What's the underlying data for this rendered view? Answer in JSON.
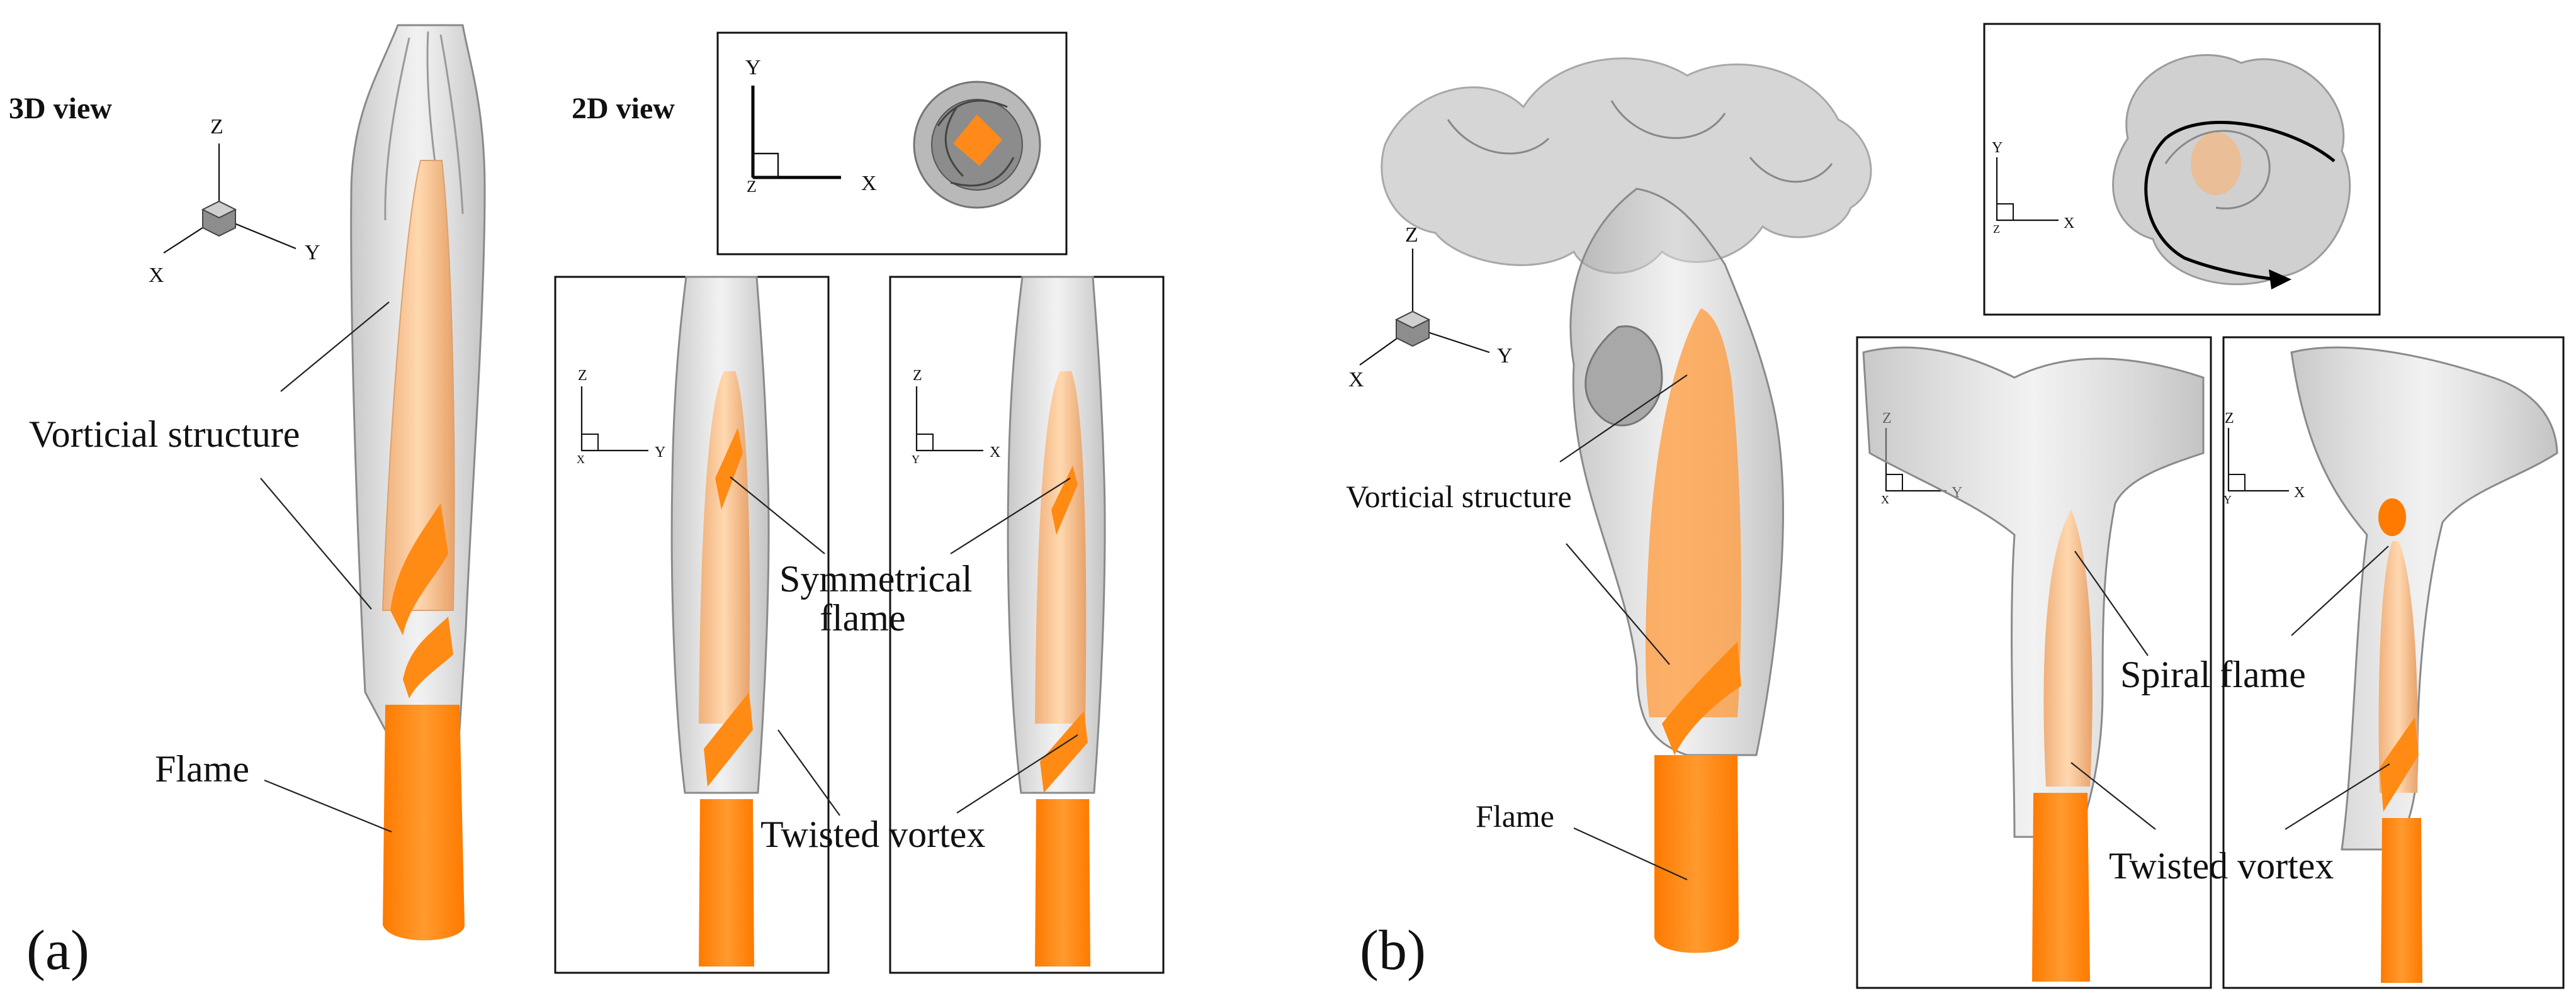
{
  "panels": [
    {
      "id": "a",
      "letter": "(a)",
      "view_3d_label": "3D view",
      "view_2d_label": "2D view",
      "callouts": {
        "vortical": "Vorticial structure",
        "flame": "Flame",
        "symmetrical_line1": "Symmetrical",
        "symmetrical_line2": "flame",
        "twisted": "Twisted vortex"
      },
      "triad_3d": {
        "x": "X",
        "y": "Y",
        "z": "Z"
      },
      "top_view_axes": {
        "v": "Y",
        "h": "X",
        "c": "Z"
      },
      "side1_axes": {
        "v": "Z",
        "h": "Y",
        "c": "X"
      },
      "side2_axes": {
        "v": "Z",
        "h": "X",
        "c": "Y"
      }
    },
    {
      "id": "b",
      "letter": "(b)",
      "callouts": {
        "vortical": "Vorticial structure",
        "flame": "Flame",
        "spiral": "Spiral flame",
        "twisted": "Twisted vortex"
      },
      "triad_3d": {
        "x": "X",
        "y": "Y",
        "z": "Z"
      },
      "top_view_axes": {
        "v": "Y",
        "h": "X",
        "c": "Z"
      },
      "side1_axes": {
        "v": "Z",
        "h": "Y",
        "c": "X"
      },
      "side2_axes": {
        "v": "Z",
        "h": "X",
        "c": "Y"
      }
    }
  ],
  "colors": {
    "flame": "#ff8000",
    "flame_light": "#ffc48a",
    "vortex_fill": "#c4c4c4",
    "vortex_edge": "#8a8a8a"
  }
}
